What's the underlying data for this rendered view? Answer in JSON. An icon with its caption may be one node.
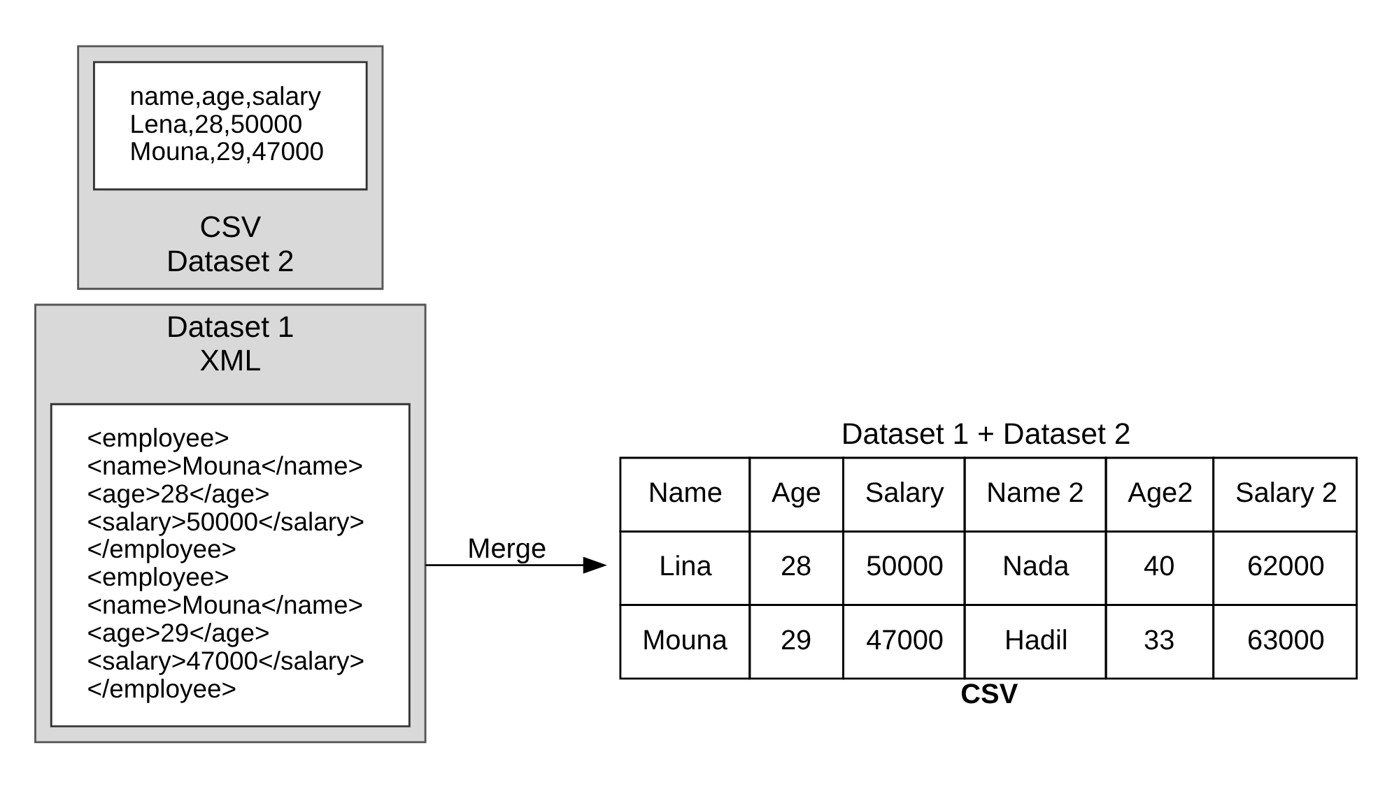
{
  "diagram": {
    "nodes": [
      {
        "text": [
          "Dataset 1",
          "XML"
        ]
      },
      {
        "text": [
          "<employee>",
          "<name>Mouna</name>",
          "<age>28</age>",
          "<salary>50000</salary>",
          "</employee>",
          "<employee>",
          "<name>Mouna</name>",
          "<age>29</age>",
          "<salary>47000</salary>",
          "</employee>"
        ],
        "in": 0
      },
      {
        "text": [
          "CSV",
          "Dataset 2"
        ]
      },
      {
        "text": [
          "name,age,salary",
          "Lena,28,50000",
          "Mouna,29,47000"
        ],
        "in": 2
      },
      {
        "text": [
          "Dataset 1 + Dataset 2",
          "Name",
          "Age",
          "Salary",
          "Name 2",
          "Age2",
          "Salary 2",
          "Lina",
          "28",
          "50000",
          "Nada",
          "40",
          "62000",
          "Mouna",
          "29",
          "47000",
          "Hadil",
          "33",
          "63000",
          "CSV"
        ]
      }
    ],
    "edges": [
      {
        "from": 0,
        "to": 4,
        "arrow": "to",
        "label": "Merge"
      }
    ]
  }
}
